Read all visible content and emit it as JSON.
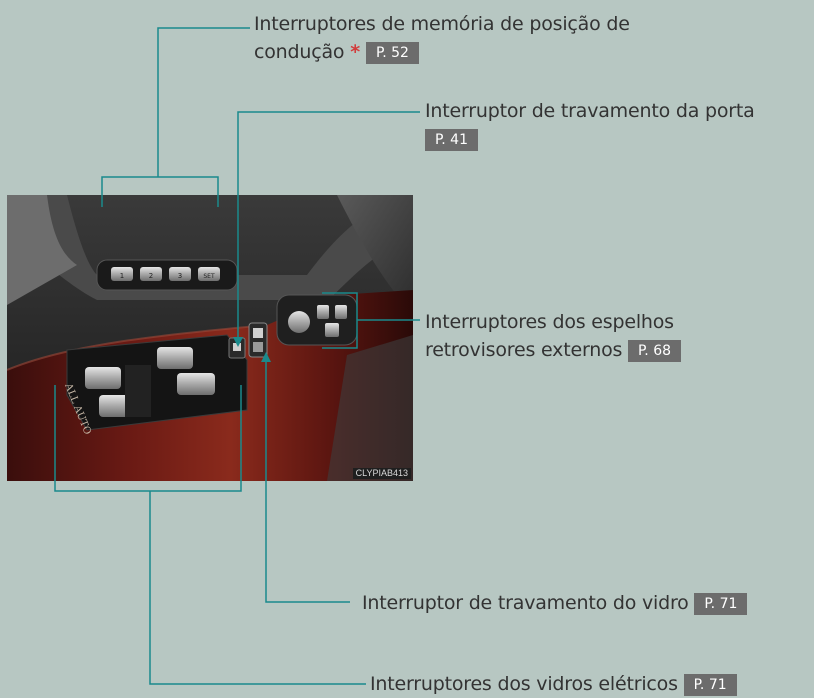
{
  "callouts": {
    "memory_switches": {
      "line1": "Interruptores de memória de posição de",
      "line2": "condução",
      "asterisk": "*",
      "page": "P. 52"
    },
    "door_lock": {
      "line1": "Interruptor de travamento da porta",
      "page": "P. 41"
    },
    "mirror_switches": {
      "line1": "Interruptores dos espelhos",
      "line2": "retrovisores externos",
      "page": "P. 68"
    },
    "window_lock": {
      "line1": "Interruptor de travamento do vidro",
      "page": "P. 71"
    },
    "power_windows": {
      "line1": "Interruptores dos vidros elétricos",
      "page": "P. 71"
    }
  },
  "photo": {
    "code": "CLYPIAB413",
    "memory_buttons": [
      "1",
      "2",
      "3",
      "SET"
    ],
    "panel_text": "ALL AUTO"
  },
  "colors": {
    "background": "#b7c7c2",
    "leader_line": "#1a8a8c",
    "page_badge": "#6c6c6c",
    "asterisk": "#d23c3c"
  }
}
